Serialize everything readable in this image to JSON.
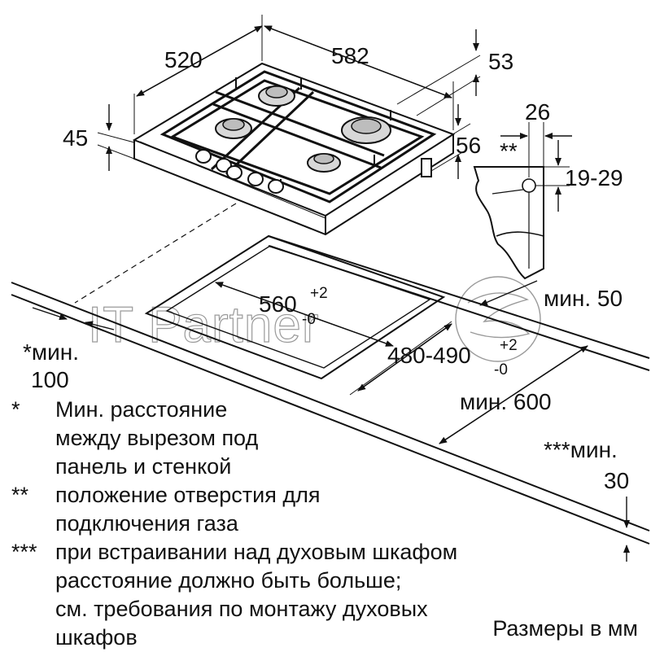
{
  "dimensions": {
    "depth": "520",
    "width": "582",
    "rim_offset": "53",
    "height": "45",
    "bracket_offset": "26",
    "gas_pos_marker": "**",
    "gas_height": "56",
    "worktop_range": "19-29",
    "cutout_width_base": "560",
    "cutout_width_plus": "+2",
    "cutout_width_minus": "-0",
    "cutout_depth_base": "480-490",
    "cutout_depth_plus": "+2",
    "cutout_depth_minus": "-0",
    "min_50": "мин. 50",
    "min_100_a": "*мин.",
    "min_100_b": "100",
    "min_600": "мин. 600",
    "min_30_a": "***мин.",
    "min_30_b": "30"
  },
  "watermark": "IT Partner",
  "notes": [
    {
      "mark": "*",
      "lines": [
        "Мин. расстояние",
        "между вырезом под",
        "панель и стенкой"
      ]
    },
    {
      "mark": "**",
      "lines": [
        "положение отверстия для",
        "подключения газа"
      ]
    },
    {
      "mark": "***",
      "lines": [
        "при встраивании над духовым шкафом",
        "расстояние должно быть больше;",
        "см. требования по монтажу духовых",
        "шкафов"
      ]
    }
  ],
  "units_note": "Размеры в мм",
  "icons": [
    "arrow-icon",
    "burner-icon",
    "knob-icon"
  ]
}
